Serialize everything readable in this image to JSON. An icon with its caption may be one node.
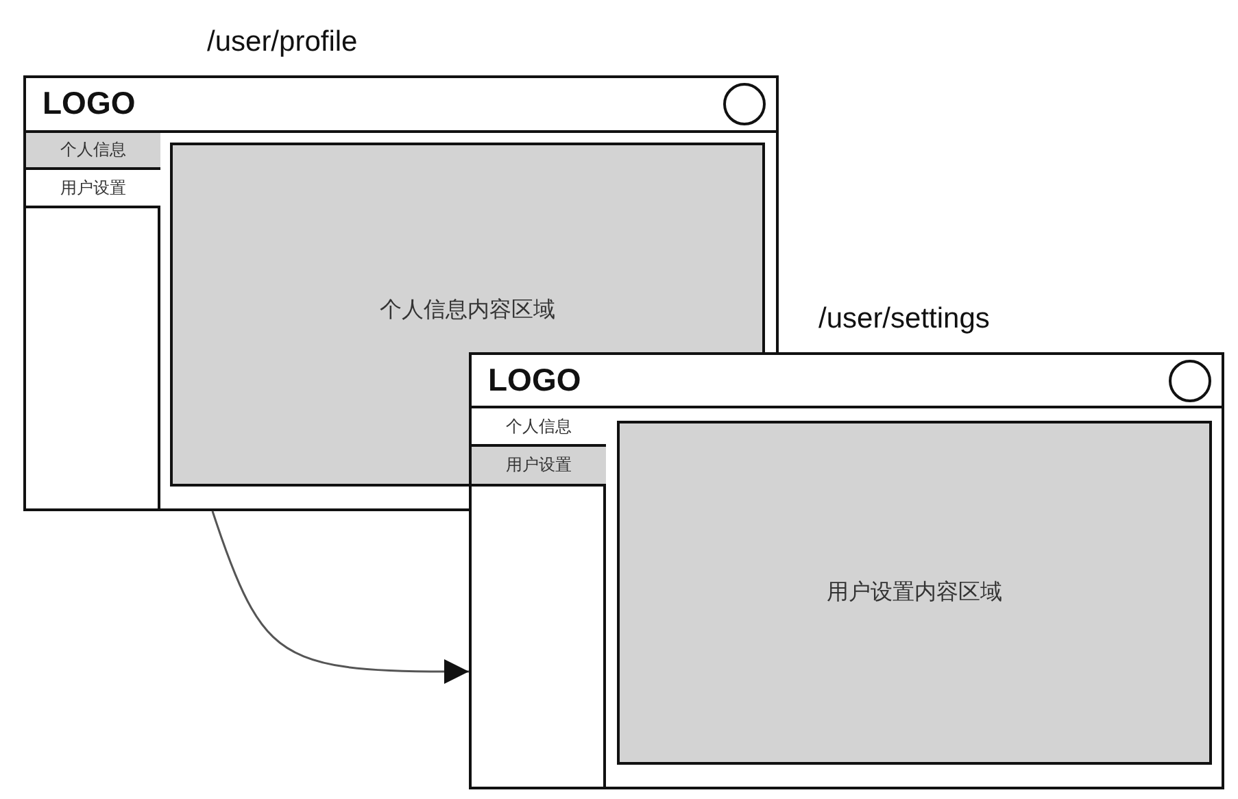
{
  "diagram": {
    "nodes": [
      {
        "text": [
          "/user/profile"
        ]
      },
      {
        "text": [
          "LOGO"
        ],
        "in": 0
      },
      {
        "text": [
          "个人信息"
        ],
        "in": 0
      },
      {
        "text": [
          "用户设置"
        ],
        "in": 0
      },
      {
        "text": [
          "个人信息内容区域"
        ],
        "in": 0
      },
      {
        "text": [
          "/user/settings"
        ]
      },
      {
        "text": [
          "LOGO"
        ],
        "in": 5
      },
      {
        "text": [
          "个人信息"
        ]
      },
      {
        "text": [
          "用户设置"
        ]
      },
      {
        "text": [
          "用户设置内容区域"
        ],
        "in": 5
      }
    ],
    "edges": [
      {
        "from": 0,
        "to": 5,
        "arrow": "to"
      }
    ]
  }
}
